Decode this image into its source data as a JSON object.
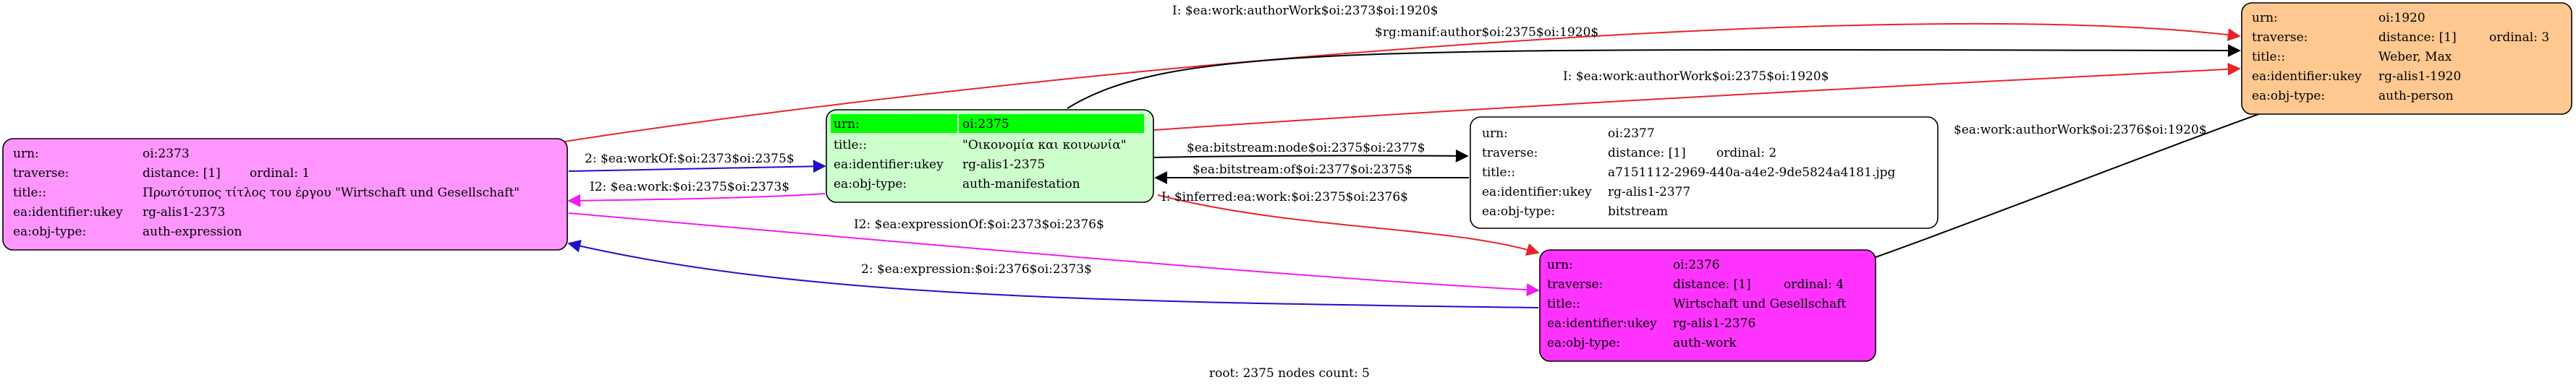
{
  "colors": {
    "red": "#e8232a",
    "black": "#000000",
    "blue": "#1d10c8",
    "magenta": "#f01cf0",
    "person_fill": "#ffc891",
    "expression_fill": "#ff96ff",
    "manifestation_fill": "#ccffcc",
    "header_green": "#00ff00",
    "bitstream_fill": "#ffffff",
    "work_fill": "#ff33ff"
  },
  "nodes": {
    "n1920": {
      "urn_key": "urn:",
      "urn_val": "oi:1920",
      "traverse_key": "traverse:",
      "traverse_val": "distance: [1]",
      "ordinal": "ordinal: 3",
      "title_key": "title::",
      "title_val": "Weber, Max",
      "ukey_key": "ea:identifier:ukey",
      "ukey_val": "rg-alis1-1920",
      "type_key": "ea:obj-type:",
      "type_val": "auth-person"
    },
    "n2373": {
      "urn_key": "urn:",
      "urn_val": "oi:2373",
      "traverse_key": "traverse:",
      "traverse_val": "distance: [1]",
      "ordinal": "ordinal: 1",
      "title_key": "title::",
      "title_val": "Πρωτότυπος τίτλος του έργου \"Wirtschaft und Gesellschaft\"",
      "ukey_key": "ea:identifier:ukey",
      "ukey_val": "rg-alis1-2373",
      "type_key": "ea:obj-type:",
      "type_val": "auth-expression"
    },
    "n2375": {
      "urn_key": "urn:",
      "urn_val": "oi:2375",
      "title_key": "title::",
      "title_val": "\"Οικονομία και κοινωνία\"",
      "ukey_key": "ea:identifier:ukey",
      "ukey_val": "rg-alis1-2375",
      "type_key": "ea:obj-type:",
      "type_val": "auth-manifestation"
    },
    "n2377": {
      "urn_key": "urn:",
      "urn_val": "oi:2377",
      "traverse_key": "traverse:",
      "traverse_val": "distance: [1]",
      "ordinal": "ordinal: 2",
      "title_key": "title::",
      "title_val": "a7151112-2969-440a-a4e2-9de5824a4181.jpg",
      "ukey_key": "ea:identifier:ukey",
      "ukey_val": "rg-alis1-2377",
      "type_key": "ea:obj-type:",
      "type_val": "bitstream"
    },
    "n2376": {
      "urn_key": "urn:",
      "urn_val": "oi:2376",
      "traverse_key": "traverse:",
      "traverse_val": "distance: [1]",
      "ordinal": "ordinal: 4",
      "title_key": "title::",
      "title_val": "Wirtschaft und Gesellschaft",
      "ukey_key": "ea:identifier:ukey",
      "ukey_val": "rg-alis1-2376",
      "type_key": "ea:obj-type:",
      "type_val": "auth-work"
    }
  },
  "edges": {
    "e1": "I: $ea:work:authorWork$oi:2373$oi:1920$",
    "e2": "$rg:manif:author$oi:2375$oi:1920$",
    "e3": "I: $ea:work:authorWork$oi:2375$oi:1920$",
    "e4": "$ea:work:authorWork$oi:2376$oi:1920$",
    "e5": "2: $ea:workOf:$oi:2373$oi:2375$",
    "e6": "I2: $ea:work:$oi:2375$oi:2373$",
    "e7": "$ea:bitstream:node$oi:2375$oi:2377$",
    "e8": "$ea:bitstream:of$oi:2377$oi:2375$",
    "e9": "I: $inferred:ea:work:$oi:2375$oi:2376$",
    "e10": "I2: $ea:expressionOf:$oi:2373$oi:2376$",
    "e11": "2: $ea:expression:$oi:2376$oi:2373$"
  },
  "caption": "root: 2375 nodes count: 5"
}
